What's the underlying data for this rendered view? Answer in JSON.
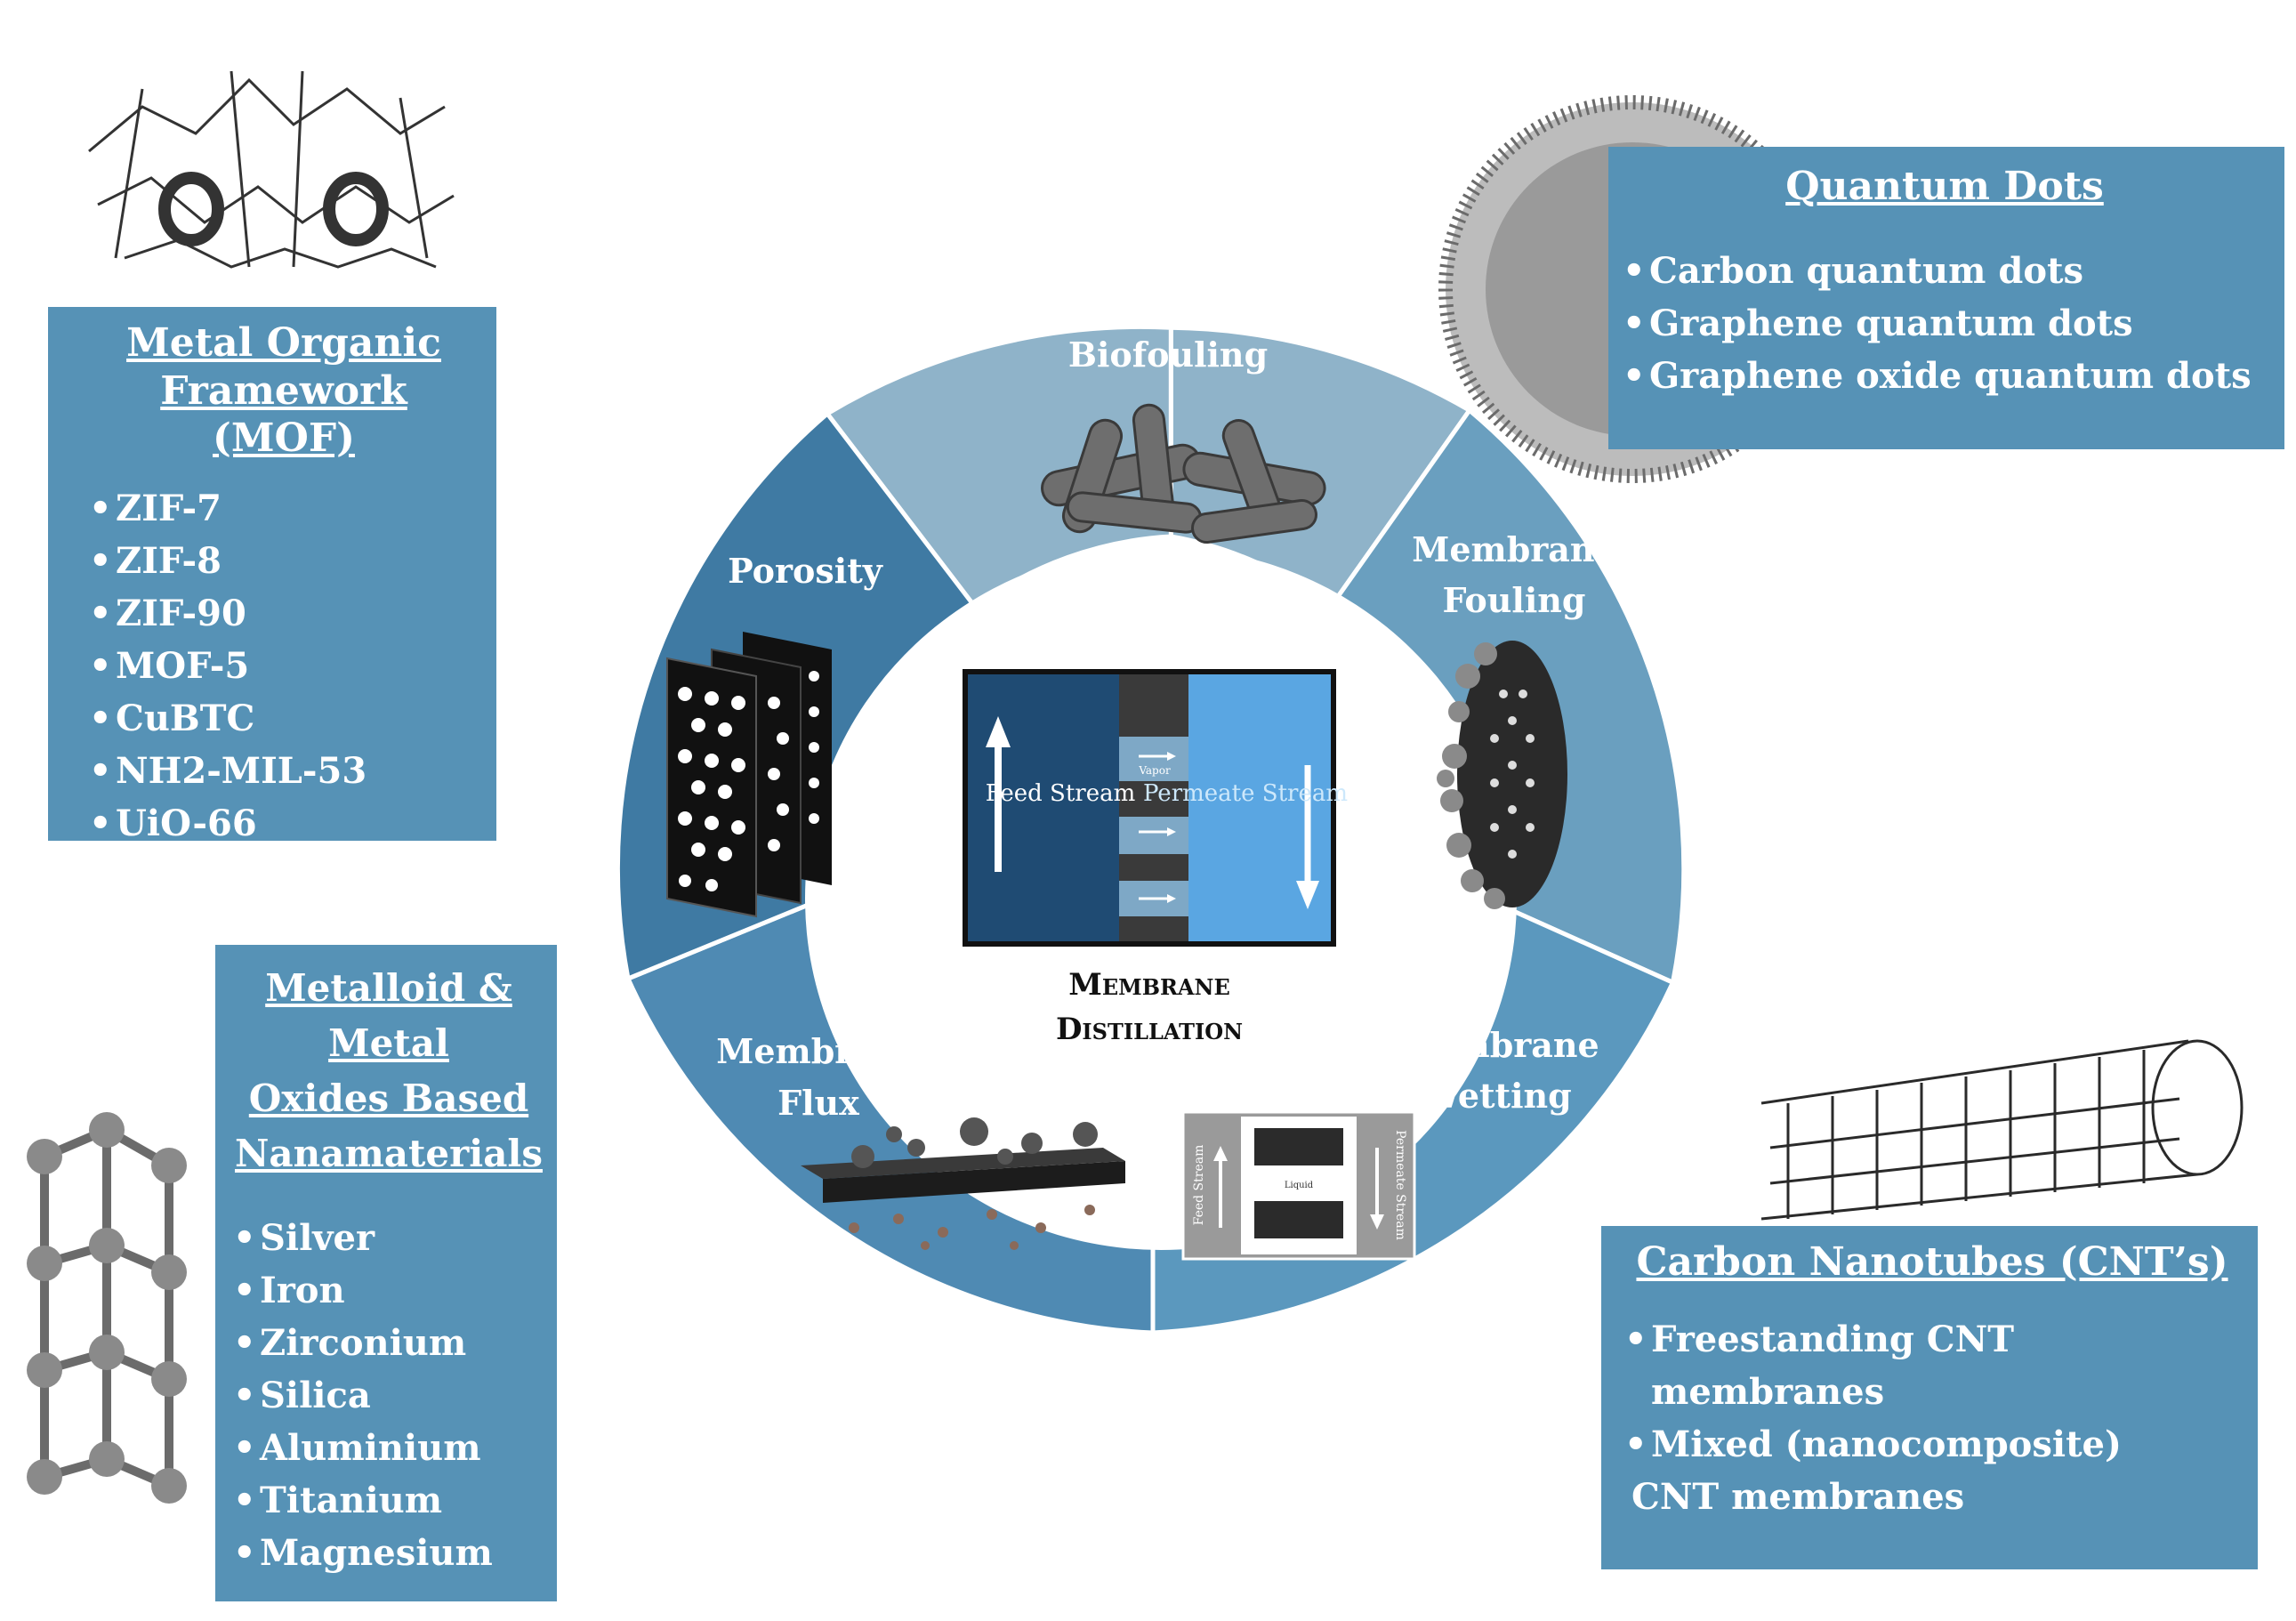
{
  "center": {
    "title_line1": "Membrane",
    "title_line2": "Distillation",
    "feed_label": "Feed Stream",
    "permeate_label": "Permeate Stream",
    "vapor_label": "Vapor"
  },
  "wheel": {
    "biofouling": "Biofouling",
    "fouling_line1": "Membrane",
    "fouling_line2": "Fouling",
    "wetting_line1": "Membrane",
    "wetting_line2": "Wetting",
    "flux_line1": "Membrane",
    "flux_line2": "Flux",
    "porosity": "Porosity",
    "wetting_feed": "Feed Stream",
    "wetting_permeate": "Permeate Stream",
    "wetting_liquid": "Liquid"
  },
  "mof": {
    "title_line1": "Metal Organic",
    "title_line2": "Framework (MOF)",
    "items": [
      "ZIF-7",
      "ZIF-8",
      "ZIF-90",
      "MOF-5",
      "CuBTC",
      "NH2-MIL-53",
      "UiO-66"
    ]
  },
  "qd": {
    "title": "Quantum Dots",
    "items": [
      "Carbon quantum dots",
      "Graphene quantum dots",
      "Graphene oxide quantum dots"
    ]
  },
  "metal": {
    "title_lines": [
      "Metalloid &",
      "Metal",
      "Oxides Based",
      "Nanamaterials"
    ],
    "items": [
      "Silver",
      "Iron",
      "Zirconium",
      "Silica",
      "Aluminium",
      "Titanium",
      "Magnesium"
    ]
  },
  "cnt": {
    "title": "Carbon Nanotubes (CNT’s)",
    "item1_line1": "Freestanding  CNT",
    "item1_line2": "membranes",
    "item2_line1": "Mixed (nanocomposite)",
    "item2_line2": "CNT membranes"
  },
  "colors": {
    "box": "#5692b6",
    "wheel_light": "#8fb3c9",
    "wheel_mid": "#6a9fbf",
    "wheel_dark": "#3f7aa3",
    "feed_dark": "#1f4b73",
    "permeate_light": "#5aa6e2"
  }
}
